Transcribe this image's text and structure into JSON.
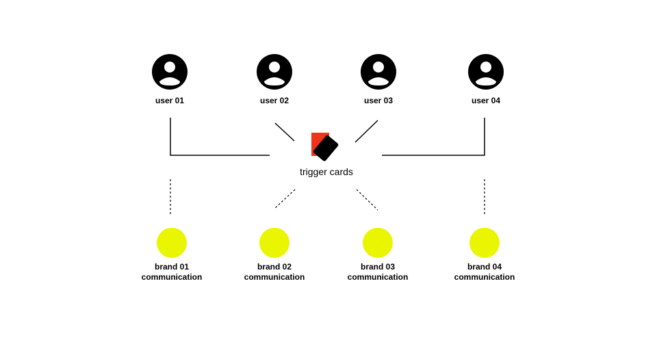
{
  "users": [
    {
      "label": "user 01"
    },
    {
      "label": "user 02"
    },
    {
      "label": "user 03"
    },
    {
      "label": "user 04"
    }
  ],
  "center": {
    "label": "trigger cards"
  },
  "brands": [
    {
      "line1": "brand 01",
      "line2": "communication"
    },
    {
      "line1": "brand 02",
      "line2": "communication"
    },
    {
      "line1": "brand 03",
      "line2": "communication"
    },
    {
      "line1": "brand 04",
      "line2": "communication"
    }
  ],
  "colors": {
    "user_icon": "#000000",
    "brand_dot": "#eaf500",
    "card_red": "#f0341c",
    "card_black": "#000000",
    "line": "#000000"
  }
}
